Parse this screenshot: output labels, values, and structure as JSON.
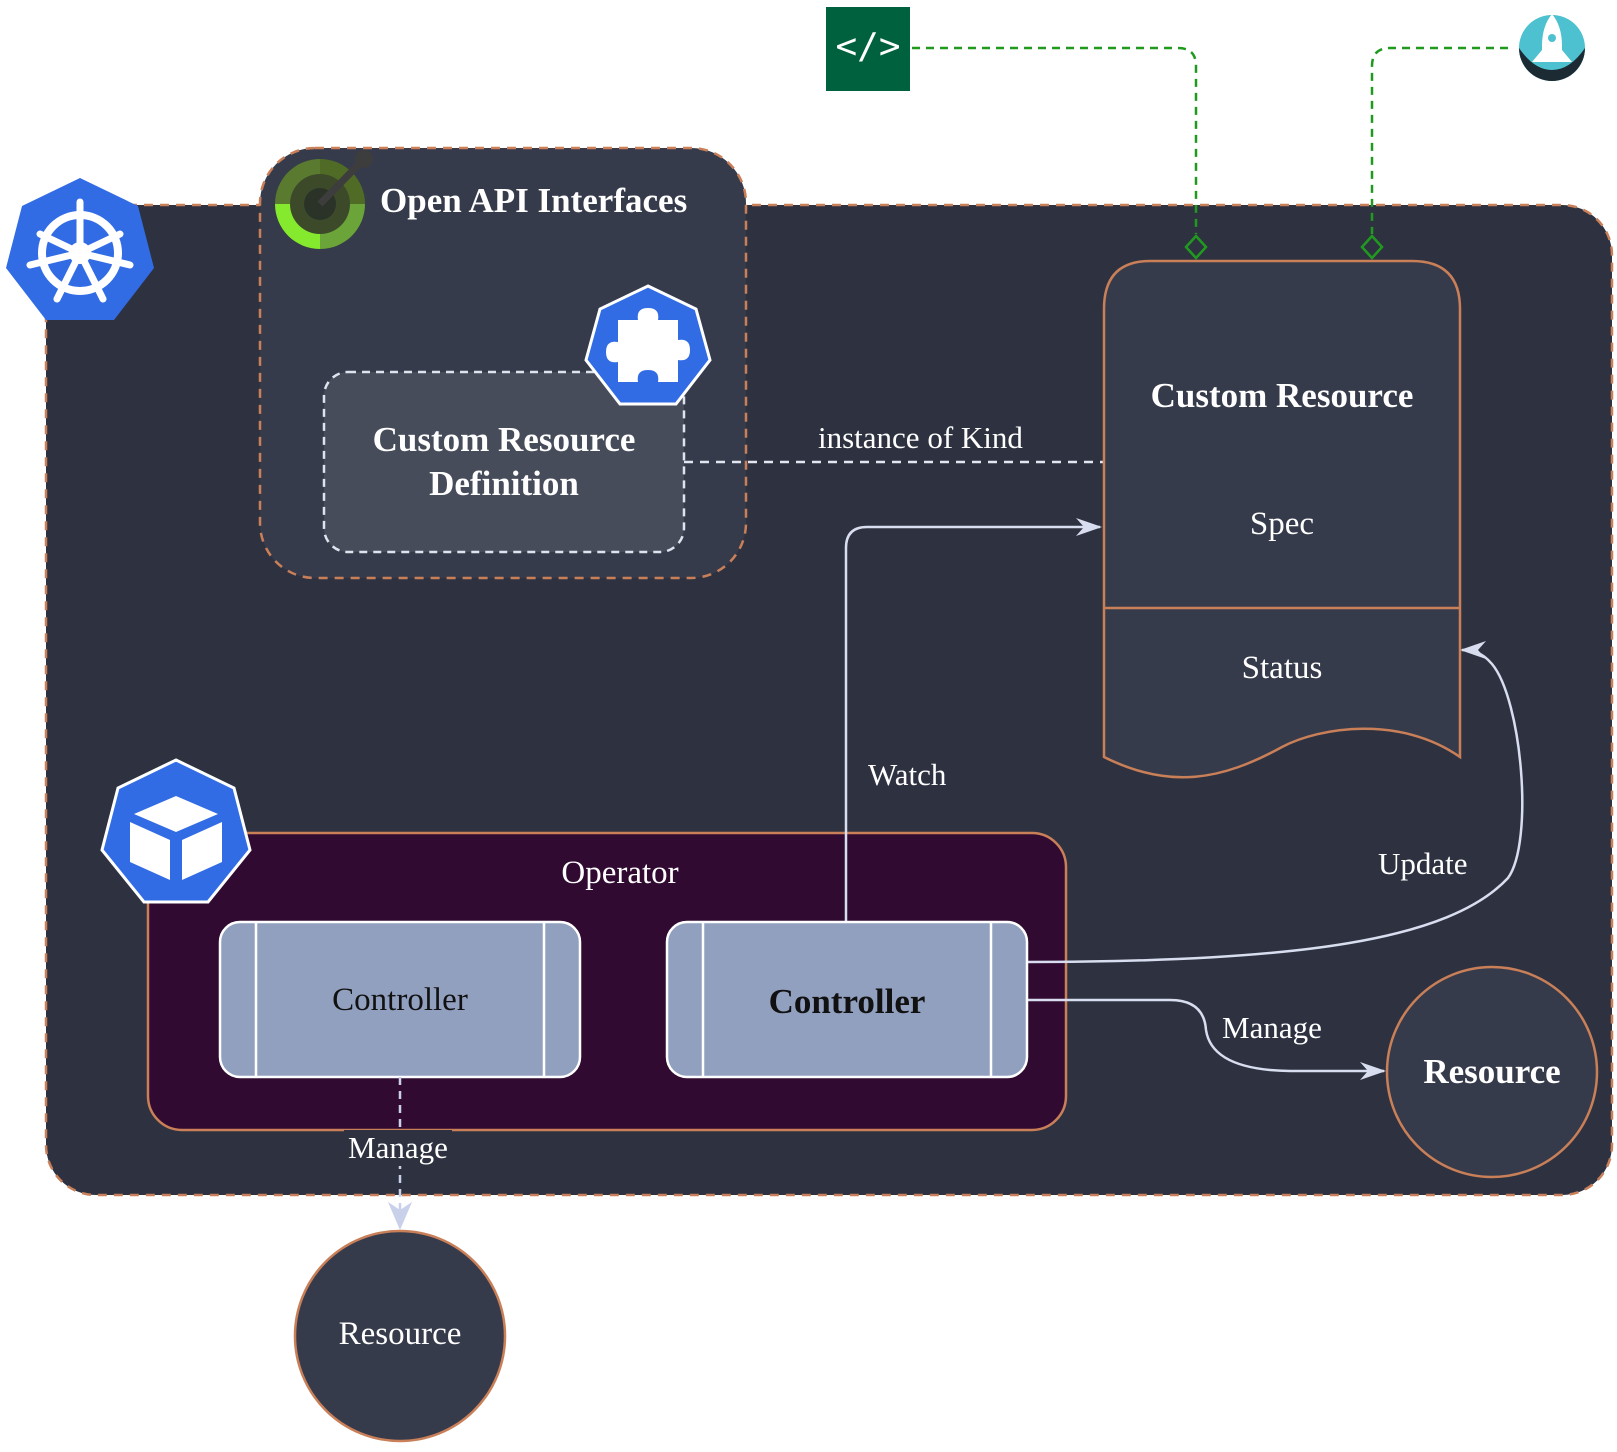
{
  "colors": {
    "cluster_bg": "#2e3240",
    "group_bg": "#363b4b",
    "crd_bg": "#474c5b",
    "orange_border": "#c97f58",
    "operator_bg": "#300a31",
    "controller_bg": "#92a0c0",
    "edge_light": "#d8deef",
    "edge_green": "#1f9a1f",
    "k8s_blue": "#326ce5",
    "code_icon_bg": "#00613f",
    "rocket_icon_bg": "#4dc1cf"
  },
  "icons": {
    "cluster": "kubernetes-helm-icon",
    "api_group": "openapi-icon",
    "crd": "crd-puzzle-icon",
    "operator": "operator-cube-icon",
    "code": "code-icon",
    "rocket": "rocket-icon"
  },
  "icon_text": {
    "code": "</>"
  },
  "nodes": {
    "openapi_group_title": "Open API Interfaces",
    "crd_title": "Custom Resource Definition",
    "custom_resource_title": "Custom Resource",
    "spec": "Spec",
    "status": "Status",
    "operator_title": "Operator",
    "controller_left": "Controller",
    "controller_right": "Controller",
    "resource_right": "Resource",
    "resource_bottom": "Resource"
  },
  "edges": {
    "instance_of_kind": "instance of Kind",
    "watch": "Watch",
    "update": "Update",
    "manage_right": "Manage",
    "manage_bottom": "Manage"
  }
}
